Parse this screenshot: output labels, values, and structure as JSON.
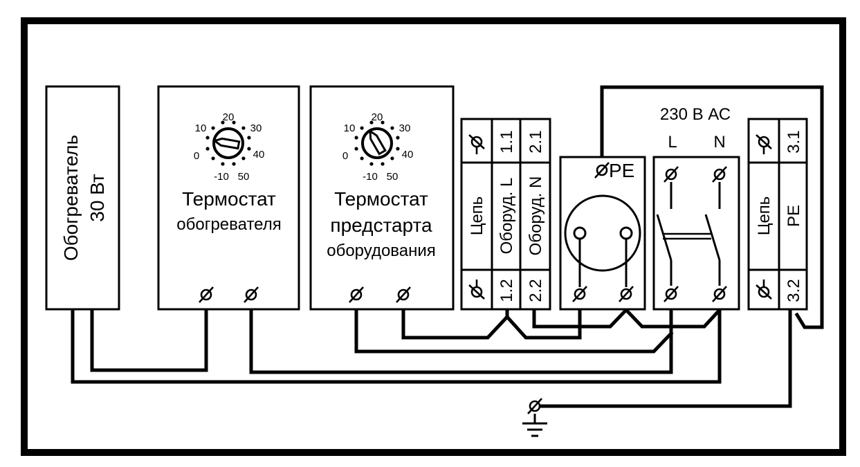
{
  "heater": {
    "name": "Обогреватель",
    "power": "30 Вт"
  },
  "thermostat_heater": {
    "line1": "Термостат",
    "line2": "обогревателя"
  },
  "thermostat_prestart": {
    "line1": "Термостат",
    "line2": "предстарта",
    "line3": "оборудования"
  },
  "dial_scale": [
    "-10",
    "0",
    "10",
    "20",
    "30",
    "40",
    "50"
  ],
  "terminal_block_1": {
    "circuit": "Цепь",
    "col1_top": "1.1",
    "col1_label": "Оборуд. L",
    "col1_bottom": "1.2",
    "col2_top": "2.1",
    "col2_label": "Оборуд. N",
    "col2_bottom": "2.2"
  },
  "socket": {
    "pe_label": "PE"
  },
  "supply": {
    "title": "230 В АС",
    "l": "L",
    "n": "N"
  },
  "terminal_block_2": {
    "circuit": "Цепь",
    "label": "PE",
    "top": "3.1",
    "bottom": "3.2"
  }
}
